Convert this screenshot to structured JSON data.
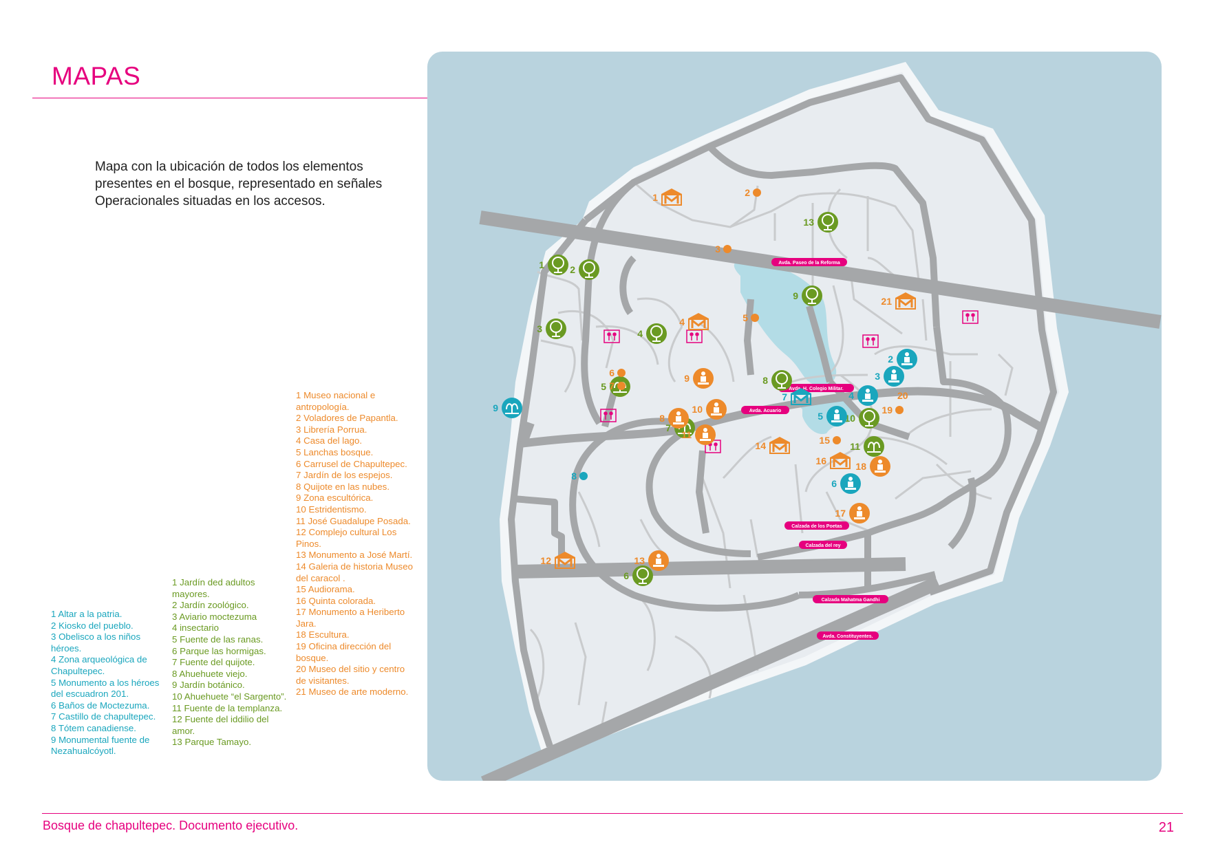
{
  "header": {
    "title": "MAPAS"
  },
  "intro": {
    "text": "Mapa con la ubicación de todos los elementos presentes en el bosque, representado en señales Operacionales situadas en los accesos."
  },
  "colors": {
    "accent": "#e6007e",
    "blue": "#1aa6bd",
    "green": "#6a9a22",
    "orange": "#ed8a2b",
    "water": "#b9d3de",
    "land": "#e8ecf0",
    "road": "#a5a7a9"
  },
  "legend": {
    "blue": [
      "1 Altar a la patria.",
      "2 Kiosko del pueblo.",
      "3 Obelisco a los niños héroes.",
      "4 Zona arqueológica de Chapultepec.",
      "5 Monumento a los héroes del escuadron 201.",
      "6 Baños de Moctezuma.",
      "7 Castillo de chapultepec.",
      "8 Tótem canadiense.",
      "9 Monumental fuente de Nezahualcóyotl."
    ],
    "green": [
      "1 Jardín ded adultos mayores.",
      "2 Jardín zoológico.",
      "3 Aviario moctezuma",
      "4 insectario",
      "5 Fuente de las ranas.",
      "6 Parque las hormigas.",
      "7 Fuente del quijote.",
      "8 Ahuehuete viejo.",
      "9 Jardín botánico.",
      "10 Ahuehuete “el Sargento”.",
      "11 Fuente de la templanza.",
      "12 Fuente del iddilio del amor.",
      "13 Parque Tamayo."
    ],
    "orange": [
      "1 Museo nacional e antropología.",
      "2 Voladores de Papantla.",
      "3 Librería Porrua.",
      "4 Casa del lago.",
      "5 Lanchas bosque.",
      "6  Carrusel de Chapultepec.",
      "7 Jardín de los espejos.",
      "8 Quijote en las nubes.",
      "9 Zona escultórica.",
      "10 Estridentismo.",
      "11 José Guadalupe Posada.",
      "12 Complejo cultural Los Pinos.",
      "13 Monumento a José Martí.",
      "14 Galeria de historia Museo del caracol .",
      "15 Audiorama.",
      "16 Quinta colorada.",
      "17 Monumento a Heriberto Jara.",
      "18 Escultura.",
      "19 Oficina dirección del bosque.",
      "20 Museo del sitio y centro de visitantes.",
      "21 Museo de arte moderno."
    ]
  },
  "map": {
    "streets": [
      "Avda. Paseo de la Reforma",
      "Avda. H. Colegio Militar.",
      "Avda. Acuario",
      "Calzada de los Poetas",
      "Calzada del rey",
      "Calzada Mahatma Gandhi",
      "Avda. Constituyentes."
    ],
    "markers": [
      {
        "n": "1",
        "color": "green",
        "icon": "tree-icon"
      },
      {
        "n": "2",
        "color": "green",
        "icon": "tree-icon"
      },
      {
        "n": "3",
        "color": "green",
        "icon": "tree-icon"
      },
      {
        "n": "4",
        "color": "green",
        "icon": "tree-icon"
      },
      {
        "n": "5",
        "color": "green",
        "icon": "fountain-icon"
      },
      {
        "n": "6",
        "color": "green",
        "icon": "tree-icon"
      },
      {
        "n": "7",
        "color": "green",
        "icon": "fountain-icon"
      },
      {
        "n": "8",
        "color": "green",
        "icon": "tree-icon"
      },
      {
        "n": "9",
        "color": "green",
        "icon": "tree-icon"
      },
      {
        "n": "10",
        "color": "green",
        "icon": "tree-icon"
      },
      {
        "n": "11",
        "color": "green",
        "icon": "fountain-icon"
      },
      {
        "n": "12",
        "color": "orange",
        "icon": "museum-icon"
      },
      {
        "n": "13",
        "color": "green",
        "icon": "tree-icon"
      },
      {
        "n": "1",
        "color": "orange",
        "icon": "museum-icon"
      },
      {
        "n": "2",
        "color": "orange",
        "icon": "dot-icon"
      },
      {
        "n": "3",
        "color": "orange",
        "icon": "dot-icon"
      },
      {
        "n": "4",
        "color": "orange",
        "icon": "museum-icon"
      },
      {
        "n": "5",
        "color": "orange",
        "icon": "dot-icon"
      },
      {
        "n": "6",
        "color": "orange",
        "icon": "dot-icon"
      },
      {
        "n": "7",
        "color": "orange",
        "icon": "dot-icon"
      },
      {
        "n": "8",
        "color": "orange",
        "icon": "statue-icon"
      },
      {
        "n": "9",
        "color": "orange",
        "icon": "statue-icon"
      },
      {
        "n": "10",
        "color": "orange",
        "icon": "statue-icon"
      },
      {
        "n": "11",
        "color": "orange",
        "icon": "statue-icon"
      },
      {
        "n": "13",
        "color": "orange",
        "icon": "statue-icon"
      },
      {
        "n": "14",
        "color": "orange",
        "icon": "museum-icon"
      },
      {
        "n": "15",
        "color": "orange",
        "icon": "dot-icon"
      },
      {
        "n": "16",
        "color": "orange",
        "icon": "museum-icon"
      },
      {
        "n": "17",
        "color": "orange",
        "icon": "statue-icon"
      },
      {
        "n": "18",
        "color": "orange",
        "icon": "statue-icon"
      },
      {
        "n": "19",
        "color": "orange",
        "icon": "dot-icon"
      },
      {
        "n": "20",
        "color": "orange",
        "icon": "label-only"
      },
      {
        "n": "21",
        "color": "orange",
        "icon": "museum-icon"
      },
      {
        "n": "2",
        "color": "blue",
        "icon": "statue-icon"
      },
      {
        "n": "3",
        "color": "blue",
        "icon": "statue-icon"
      },
      {
        "n": "4",
        "color": "blue",
        "icon": "statue-icon"
      },
      {
        "n": "5",
        "color": "blue",
        "icon": "statue-icon"
      },
      {
        "n": "6",
        "color": "blue",
        "icon": "statue-icon"
      },
      {
        "n": "7",
        "color": "blue",
        "icon": "museum-icon"
      },
      {
        "n": "8",
        "color": "blue",
        "icon": "dot-icon"
      },
      {
        "n": "9",
        "color": "blue",
        "icon": "fountain-icon"
      }
    ],
    "restrooms_icon": "restroom-icon"
  },
  "footer": {
    "text": "Bosque de chapultepec. Documento ejecutivo.",
    "page": "21"
  }
}
